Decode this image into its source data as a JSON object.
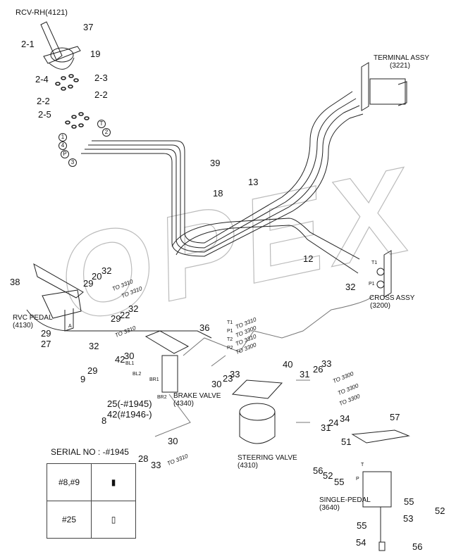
{
  "title": "RCV-RH(4121)",
  "watermark": "OPEX",
  "assemblies": {
    "terminal": {
      "name": "TERMINAL ASSY",
      "code": "(3221)"
    },
    "cross": {
      "name": "CROSS ASSY",
      "code": "(3200)"
    },
    "rvc_pedal": {
      "name": "RVC PEDAL",
      "code": "(4130)"
    },
    "brake_valve": {
      "name": "BRAKE VALVE",
      "code": "(4340)"
    },
    "steering_valve": {
      "name": "STEERING VALVE",
      "code": "(4310)"
    },
    "single_pedal": {
      "name": "SINGLE-PEDAL",
      "code": "(3640)"
    }
  },
  "callouts": [
    "37",
    "2-1",
    "19",
    "2-4",
    "2-3",
    "2-2",
    "2-2",
    "2-5",
    "39",
    "18",
    "13",
    "12",
    "32",
    "38",
    "29",
    "20",
    "32",
    "22",
    "32",
    "29",
    "29",
    "27",
    "32",
    "36",
    "42",
    "30",
    "29",
    "9",
    "25(-#1945)",
    "42(#1946-)",
    "8",
    "33",
    "23",
    "30",
    "40",
    "31",
    "26",
    "33",
    "24",
    "34",
    "31",
    "57",
    "51",
    "56",
    "52",
    "55",
    "55",
    "52",
    "53",
    "55",
    "54",
    "56",
    "30",
    "28",
    "33"
  ],
  "port_marks": {
    "T": "T",
    "one": "1",
    "two": "2",
    "four": "4",
    "P": "P",
    "three": "3",
    "T1": "T1",
    "P1": "P1",
    "BL1": "BL1",
    "BL2": "BL2",
    "BR1": "BR1",
    "BR2": "BR2",
    "T2": "T2",
    "P2": "P2",
    "A": "A",
    "p": "P",
    "t": "T"
  },
  "connections": {
    "to3310": "TO 3310",
    "to3300": "TO 3300",
    "brake_ports": [
      {
        "port": "T1",
        "to": "TO 3310"
      },
      {
        "port": "P1",
        "to": "TO 3300"
      },
      {
        "port": "T2",
        "to": "TO 3310"
      },
      {
        "port": "P2",
        "to": "TO 3300"
      }
    ]
  },
  "serial_table": {
    "title": "SERIAL NO : -#1945",
    "rows": [
      {
        "item": "#8,#9"
      },
      {
        "item": "#25"
      }
    ]
  }
}
